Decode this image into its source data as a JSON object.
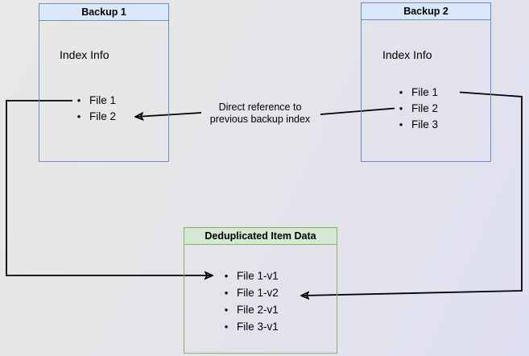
{
  "colors": {
    "node_blue_border": "#6c8ebf",
    "node_blue_header_fill": "#dae8fc",
    "node_green_border": "#82b366",
    "node_green_header_fill": "#d5e8d4",
    "connector": "#000000",
    "background_start": "#e9e8e6",
    "background_end": "#dfe0f2"
  },
  "nodes": {
    "backup1": {
      "title": "Backup 1",
      "body_label": "Index Info",
      "items": [
        "File 1",
        "File 2"
      ]
    },
    "backup2": {
      "title": "Backup 2",
      "body_label": "Index Info",
      "items": [
        "File 1",
        "File 2",
        "File 3"
      ]
    },
    "dedup": {
      "title": "Deduplicated Item Data",
      "items": [
        "File 1-v1",
        "File 1-v2",
        "File 2-v1",
        "File 3-v1"
      ]
    }
  },
  "edges": {
    "direct_reference_label": "Direct reference to\nprevious backup index"
  }
}
